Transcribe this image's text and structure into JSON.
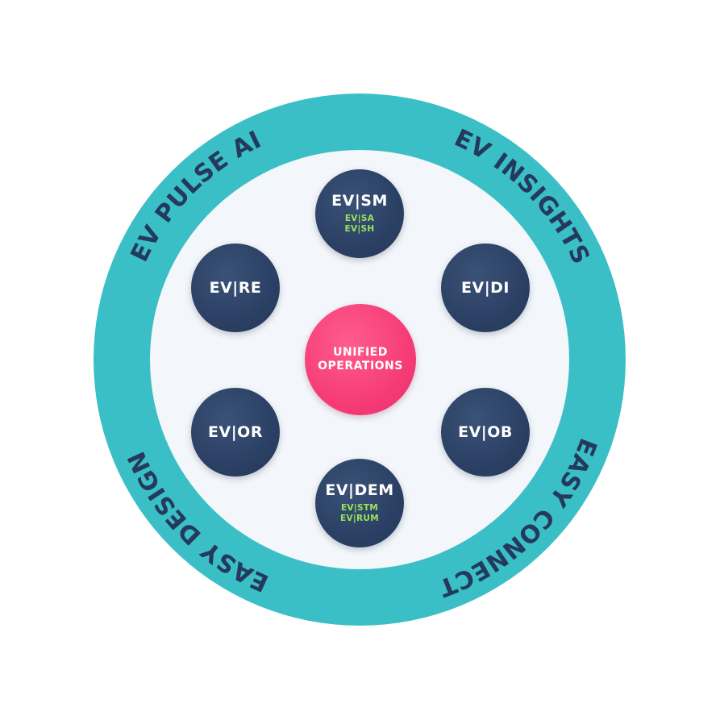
{
  "diagram": {
    "ring_labels": {
      "top_left": "EV PULSE AI",
      "top_right": "EV INSIGHTS",
      "bottom_right": "EASY CONNECT",
      "bottom_left": "EASY DESIGN"
    },
    "center": {
      "line1": "UNIFIED",
      "line2": "OPERATIONS"
    },
    "nodes": {
      "top": {
        "label": "EV|SM",
        "sub1": "EV|SA",
        "sub2": "EV|SH"
      },
      "upper_left": {
        "label": "EV|RE"
      },
      "upper_right": {
        "label": "EV|DI"
      },
      "lower_left": {
        "label": "EV|OR"
      },
      "lower_right": {
        "label": "EV|OB"
      },
      "bottom": {
        "label": "EV|DEM",
        "sub1": "EV|STM",
        "sub2": "EV|RUM"
      }
    },
    "colors": {
      "outer_ring": "#3bbfc6",
      "inner_disc": "#f3f7fb",
      "node_dark": "#2b4064",
      "center": "#f53a76",
      "ring_text": "#243a5c",
      "sub_label": "#9be35a"
    }
  }
}
